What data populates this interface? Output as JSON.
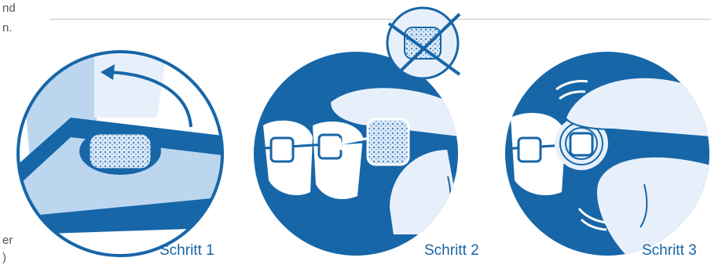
{
  "left_column": {
    "line1": "nd",
    "line2": "n.",
    "line3": "er",
    "line4": ")"
  },
  "steps": [
    {
      "label": "Schritt 1"
    },
    {
      "label": "Schritt 2"
    },
    {
      "label": "Schritt 3"
    }
  ],
  "colors": {
    "brand_blue": "#1766a8",
    "light_blue": "#bcd6f0",
    "pale_blue": "#e7f0fa",
    "divider": "#bfc6cf"
  }
}
